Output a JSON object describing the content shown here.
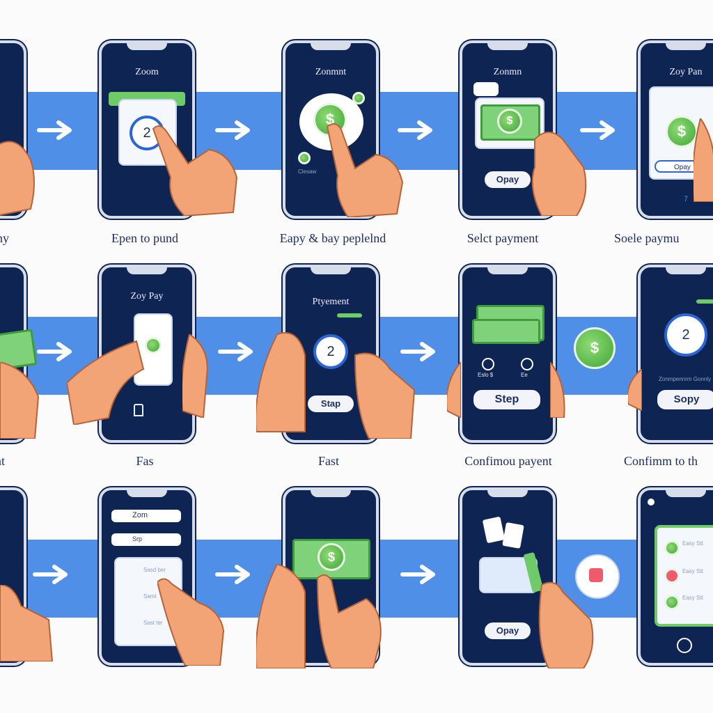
{
  "title": "Zoom Pay mobile payment steps illustration",
  "colors": {
    "band": "#4f8fe8",
    "phone": "#0e2452",
    "accent": "#2c66d6",
    "money": "#6fca68",
    "hand": "#f2a477"
  },
  "row1": {
    "captions": [
      "eny",
      "Epen to pund",
      "Eapy & bay peplelnd",
      "Selct payment",
      "Soele paymu"
    ],
    "phones": {
      "p1": {
        "title": "Zoom",
        "number": "2"
      },
      "p2": {
        "title": "Zonmnt",
        "small": "Clesaw"
      },
      "p3": {
        "title": "Zonmn",
        "button": "Opay"
      },
      "p4": {
        "title": "Zoy Pan",
        "field": "Opay",
        "foot": "7"
      }
    }
  },
  "row2": {
    "captions": [
      "nt",
      "Fas",
      "Fast",
      "Confimou payent",
      "Confimm to th"
    ],
    "phones": {
      "p1": {
        "title": "Zoy Pay"
      },
      "p2": {
        "title": "Ptyement",
        "number": "2",
        "button": "Stap"
      },
      "p3": {
        "labels": [
          "Eslo $",
          "Ee"
        ],
        "button": "Step"
      },
      "p4": {
        "number": "2",
        "label": "Zonmpennrm Gonnly",
        "button": "Sopy"
      }
    }
  },
  "row3": {
    "phones": {
      "p1": {
        "items": [
          "Zom",
          "Srp"
        ],
        "list": [
          "Sasd ber",
          "Samt",
          "Sast ter"
        ]
      },
      "p3": {
        "button": "Opay"
      },
      "p4": {
        "list": [
          "Easy Stt",
          "Easy Stt",
          "Easy Stt"
        ]
      }
    }
  },
  "icons": {
    "heart": "heart-icon",
    "dollar": "$"
  }
}
